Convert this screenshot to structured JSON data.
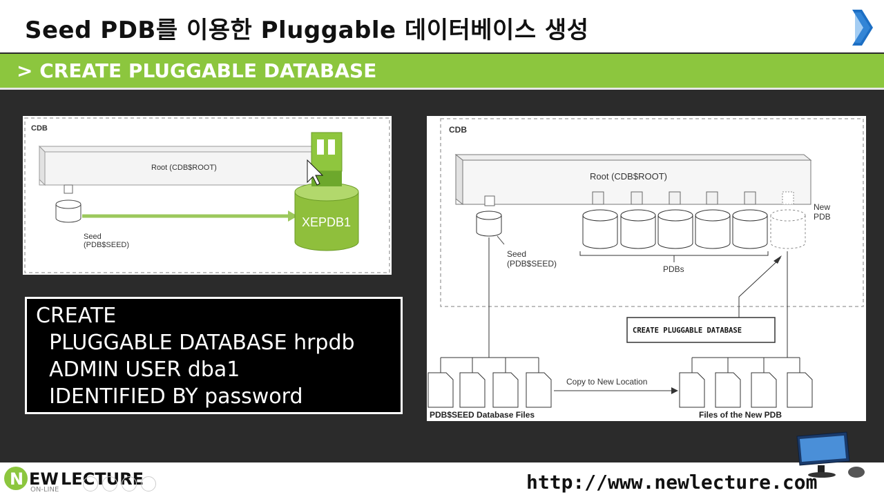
{
  "header": {
    "title": "Seed PDB를 이용한 Pluggable 데이터베이스 생성",
    "subtitle": "> CREATE PLUGGABLE DATABASE"
  },
  "left_diagram": {
    "cdb_label": "CDB",
    "root_label": "Root (CDB$ROOT)",
    "seed_label_line1": "Seed",
    "seed_label_line2": "(PDB$SEED)",
    "new_db_label": "XEPDB1"
  },
  "sql": {
    "lines": [
      "CREATE",
      "  PLUGGABLE DATABASE hrpdb",
      "  ADMIN USER dba1",
      "  IDENTIFIED BY password"
    ]
  },
  "right_diagram": {
    "cdb_label": "CDB",
    "root_label": "Root (CDB$ROOT)",
    "seed_label_line1": "Seed",
    "seed_label_line2": "(PDB$SEED)",
    "pdbs_label": "PDBs",
    "new_pdb_line1": "New",
    "new_pdb_line2": "PDB",
    "command_label": "CREATE PLUGGABLE DATABASE",
    "copy_label": "Copy to New Location",
    "seed_files_label": "PDB$SEED Database Files",
    "new_files_label": "Files of the New PDB"
  },
  "footer": {
    "logo_n": "N",
    "logo_ew": "EW",
    "logo_lecture": "LECTURE",
    "logo_sub": "ON-LINE",
    "url": "http://www.newlecture.com"
  },
  "colors": {
    "accent_green": "#8cc63e",
    "nav_blue": "#1d6fc4",
    "dark_bg": "#2b2b2b"
  },
  "icons": [
    "chevron-right-icon",
    "cursor-icon",
    "usb-plug-icon",
    "database-icon",
    "file-icon",
    "monitor-icon"
  ]
}
